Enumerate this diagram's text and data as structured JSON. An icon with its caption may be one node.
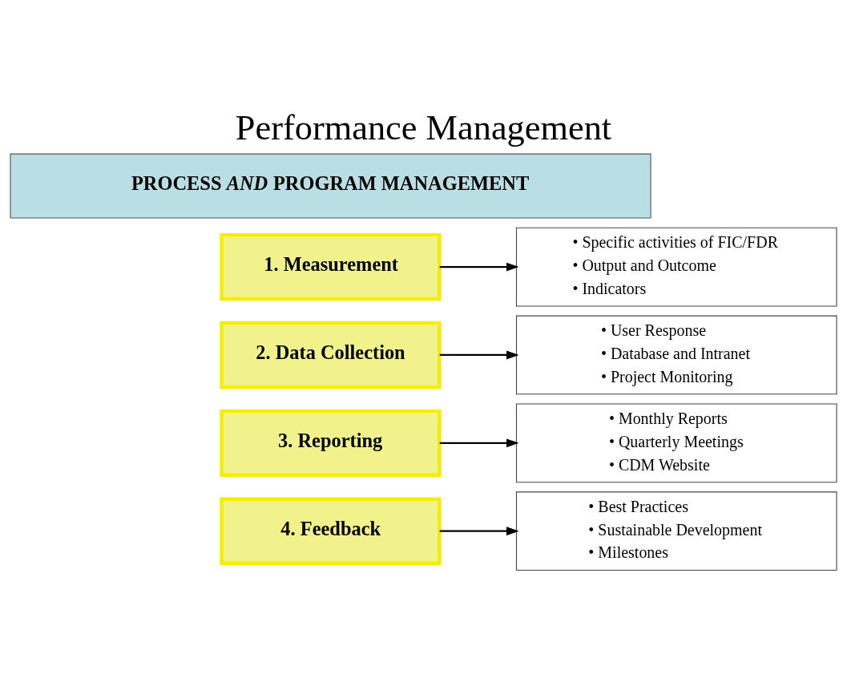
{
  "diagram": {
    "title": "Performance Management",
    "nodes": [
      {
        "text": [
          "PROCESS *AND* PROGRAM MANAGEMENT"
        ]
      },
      {
        "text": [
          "1. Measurement"
        ]
      },
      {
        "text": [
          "2. Data Collection"
        ]
      },
      {
        "text": [
          "3. Reporting"
        ]
      },
      {
        "text": [
          "4. Feedback"
        ]
      },
      {
        "text": [
          "• Specific activities of FIC/FDR",
          "• Output and Outcome",
          "• Indicators"
        ]
      },
      {
        "text": [
          "• User Response",
          "• Database and Intranet",
          "• Project Monitoring"
        ]
      },
      {
        "text": [
          "• Monthly Reports",
          "• Quarterly Meetings",
          "• CDM Website"
        ]
      },
      {
        "text": [
          "• Best Practices",
          "• Sustainable Development",
          "• Milestones"
        ]
      }
    ],
    "edges": [
      {
        "from": 1,
        "to": 5,
        "arrow": "to"
      },
      {
        "from": 2,
        "to": 6,
        "arrow": "to"
      },
      {
        "from": 3,
        "to": 7,
        "arrow": "to"
      },
      {
        "from": 4,
        "to": 8,
        "arrow": "to"
      }
    ]
  }
}
